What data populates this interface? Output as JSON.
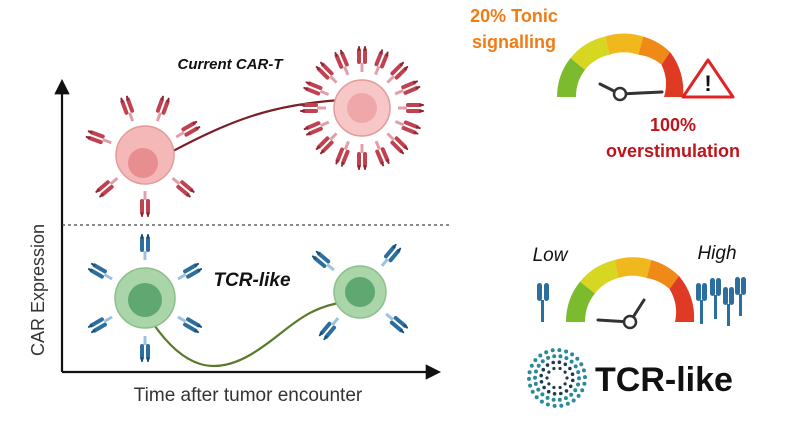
{
  "diagram": {
    "y_axis_label": "CAR Expression",
    "x_axis_label": "Time after tumor encounter",
    "current_label": "Current CAR-T",
    "tcr_label": "TCR-like"
  },
  "gauge_top": {
    "title_line1": "20% Tonic",
    "title_line2": "signalling",
    "result_line1": "100%",
    "result_line2": "overstimulation",
    "warning_symbol": "!"
  },
  "gauge_bottom": {
    "low_label": "Low",
    "high_label": "High"
  },
  "logo": {
    "text": "TCR-like"
  },
  "colors": {
    "current_curve": "#7a1f28",
    "tcr_curve": "#5a7a2a",
    "cell_red": "#f4b8b8",
    "cell_green": "#a9d5a8",
    "receptor_red": "#c0414f",
    "receptor_blue": "#2c6e9e",
    "orange_title": "#f07c14",
    "dark_red_text": "#c0141c",
    "warning_red": "#e02424"
  },
  "icons": [
    "warning-icon",
    "gauge-icon",
    "tcr-like-logo-icon",
    "receptor-icon",
    "cell-icon"
  ]
}
